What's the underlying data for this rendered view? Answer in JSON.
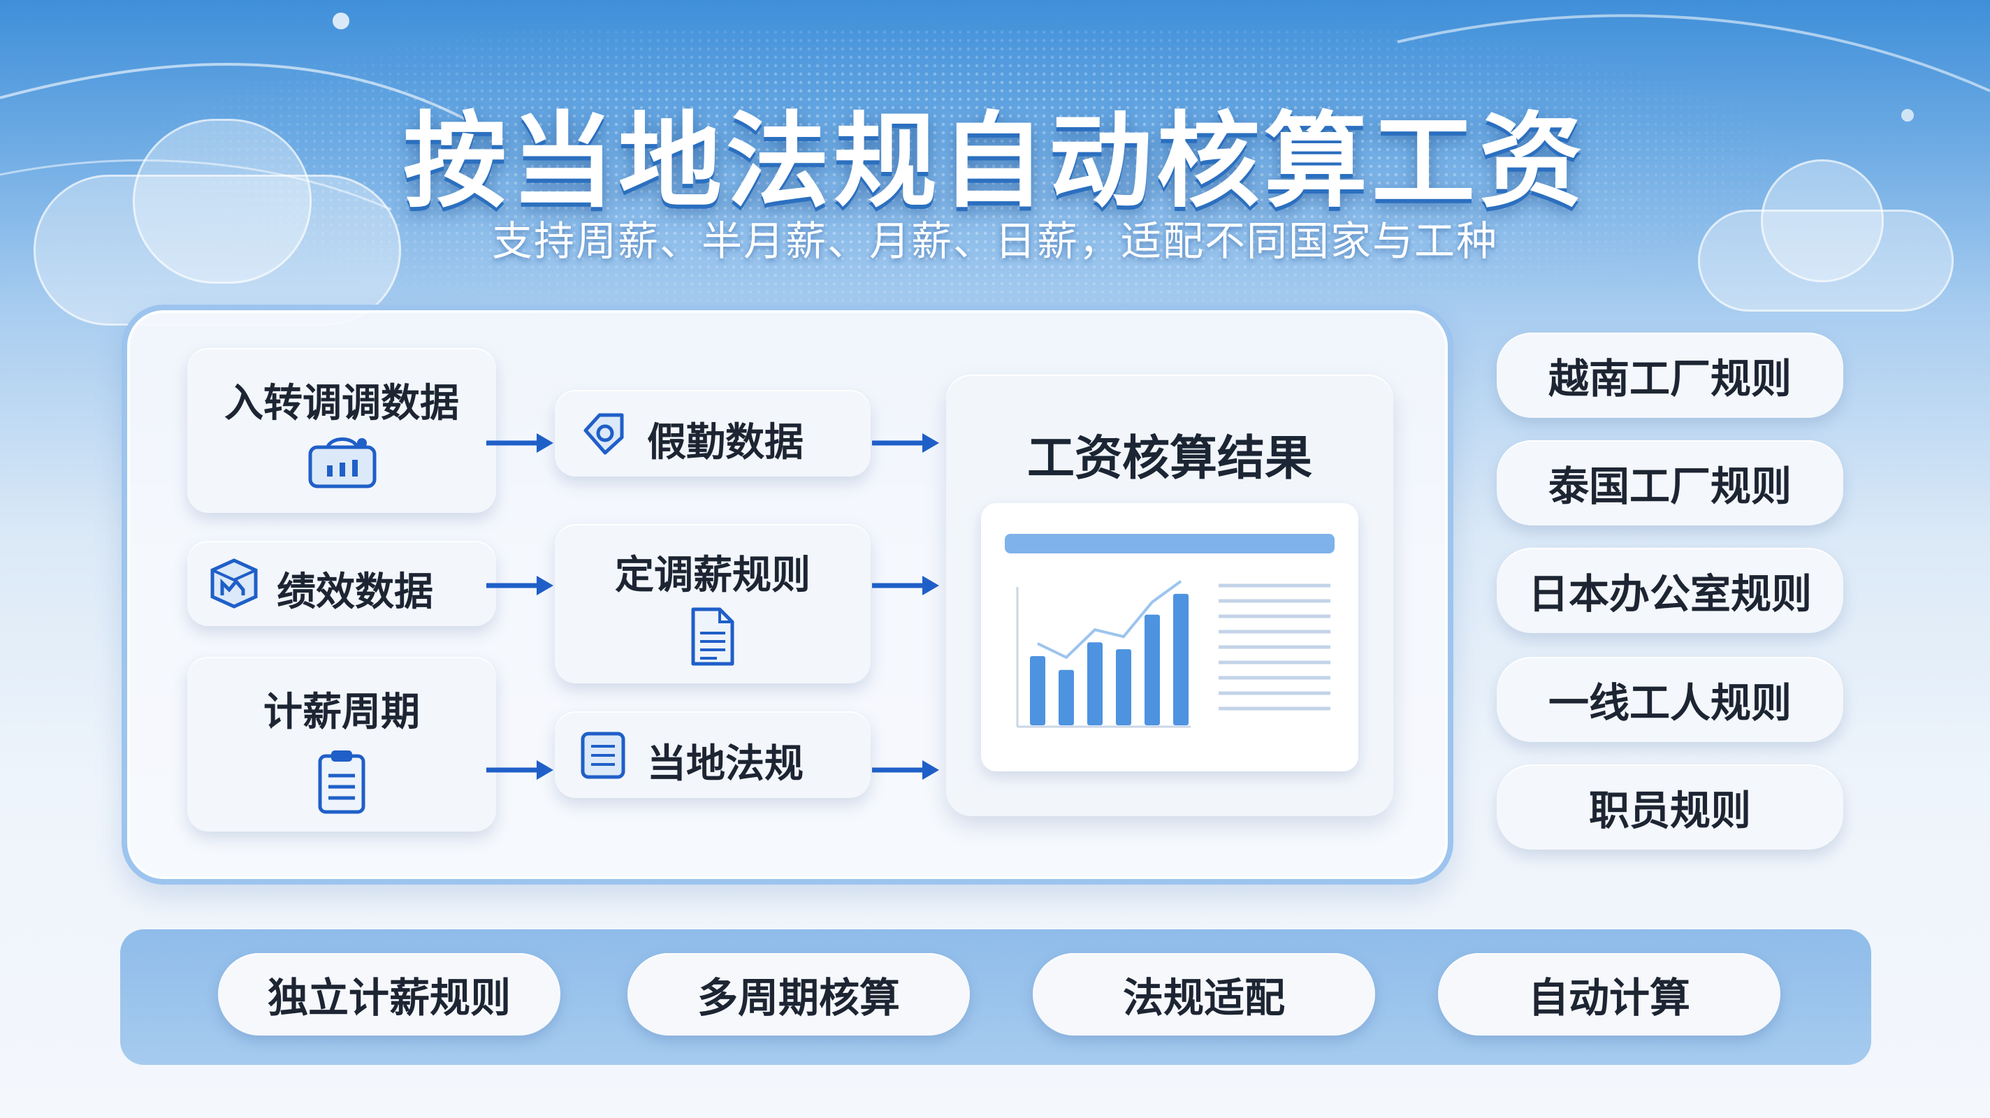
{
  "header": {
    "title": "按当地法规自动核算工资",
    "subtitle": "支持周薪、半月薪、月薪、日薪，适配不同国家与工种"
  },
  "inputs": [
    {
      "label": "入转调调数据",
      "icon": "dashboard-icon"
    },
    {
      "label": "绩效数据",
      "icon": "box-chart-icon"
    },
    {
      "label": "计薪周期",
      "icon": "clipboard-icon"
    }
  ],
  "middle": [
    {
      "label": "假勤数据",
      "icon": "tag-icon"
    },
    {
      "label": "定调薪规则",
      "icon": "document-icon"
    },
    {
      "label": "当地法规",
      "icon": "list-icon"
    }
  ],
  "result": {
    "title": "工资核算结果"
  },
  "rules": [
    "越南工厂规则",
    "泰国工厂规则",
    "日本办公室规则",
    "一线工人规则",
    "职员规则"
  ],
  "features": [
    "独立计薪规则",
    "多周期核算",
    "法规适配",
    "自动计算"
  ],
  "chart_data": {
    "type": "bar",
    "values": [
      5,
      4,
      6,
      5.5,
      8,
      9.5
    ],
    "ylim": [
      0,
      10
    ],
    "trend_line": true
  },
  "colors": {
    "accent": "#1f5fc8",
    "bar": "#4d93e0",
    "panel_border": "#9cc4ee",
    "text": "#1d2533"
  }
}
